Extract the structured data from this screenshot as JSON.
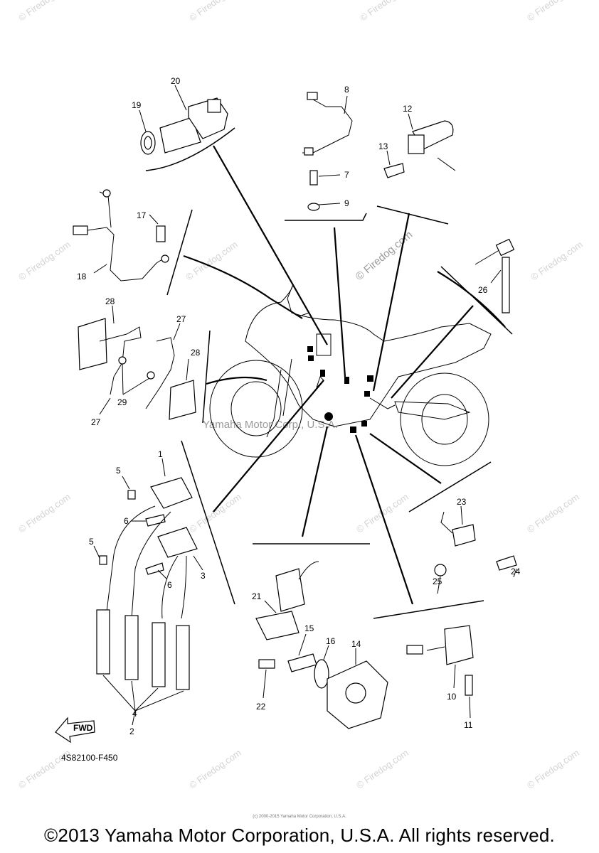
{
  "diagram_code": "4S82100-F450",
  "fwd_label": "FWD",
  "watermark_site": "© Firedog.com",
  "watermark_center": "Yamaha Motor Corp., U.S.A.",
  "tiny_credit": "(c) 2000-2015 Yamaha Motor Corporation, U.S.A.",
  "copyright": "©2013 Yamaha Motor Corporation, U.S.A. All rights reserved.",
  "part_numbers": {
    "p1": "1",
    "p2": "2",
    "p3": "3",
    "p4": "4",
    "p5a": "5",
    "p5b": "5",
    "p6a": "6",
    "p6b": "6",
    "p7": "7",
    "p8": "8",
    "p9": "9",
    "p10": "10",
    "p11": "11",
    "p12": "12",
    "p13": "13",
    "p14": "14",
    "p15": "15",
    "p16": "16",
    "p17": "17",
    "p18": "18",
    "p19": "19",
    "p20": "20",
    "p21": "21",
    "p22": "22",
    "p23": "23",
    "p24": "24",
    "p25": "25",
    "p26": "26",
    "p27a": "27",
    "p27b": "27",
    "p28a": "28",
    "p28b": "28",
    "p29": "29"
  },
  "colors": {
    "line": "#000000",
    "watermark": "#d4d4d4",
    "background": "#ffffff"
  }
}
